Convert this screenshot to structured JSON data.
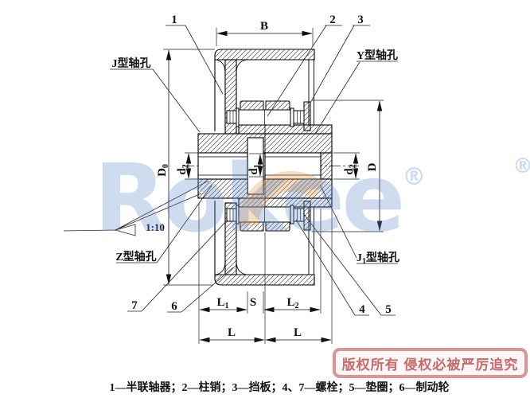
{
  "watermark": {
    "text": "Rokee",
    "registered": "®",
    "color": "rgba(96,136,200,0.30)",
    "accent_color": "rgba(228,152,72,0.33)"
  },
  "banner": {
    "text": "版权所有 侵权必被严厉追究",
    "border_color": "#dc9595",
    "text_color": "#c76a6a"
  },
  "caption": "1—半联轴器；2—柱销；3—挡板；4、7—螺栓；5—垫圈；6—制动轮",
  "callouts": {
    "n1": "1",
    "n2": "2",
    "n3": "3",
    "n4": "4",
    "n5": "5",
    "n6": "6",
    "n7": "7"
  },
  "hole_labels": {
    "j": "J型轴孔",
    "y": "Y型轴孔",
    "z": "Z型轴孔",
    "j1_base": "J",
    "j1_sub": "1",
    "j1_rest": "型轴孔"
  },
  "dims": {
    "B": "B",
    "D": "D",
    "S": "S",
    "L": "L",
    "taper": "1:10",
    "D0_base": "D",
    "D0_sub": "0",
    "d1_base": "d",
    "d1_sub": "1",
    "d2_base": "d",
    "d2_sub": "2",
    "L1_base": "L",
    "L1_sub": "1",
    "L2_base": "L",
    "L2_sub": "2"
  }
}
